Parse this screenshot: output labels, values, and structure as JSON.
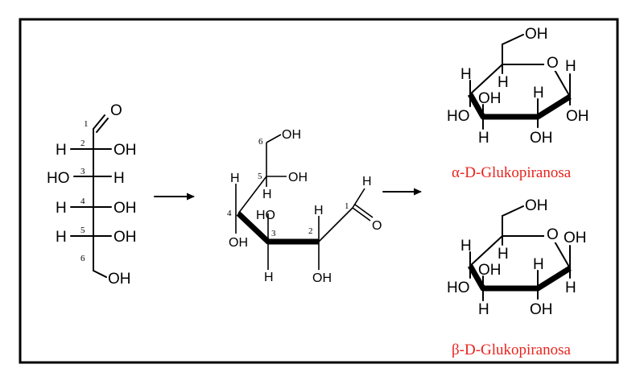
{
  "captions": {
    "alpha": "α-D-Glukopiranosa",
    "beta": "β-D-Glukopiranosa"
  },
  "colors": {
    "caption": "#e8231d",
    "frame": "#000000",
    "background": "#ffffff"
  },
  "fischer": {
    "aldehyde_o": "O",
    "c2_left": "H",
    "c2_right": "OH",
    "c3_left": "HO",
    "c3_right": "H",
    "c4_left": "H",
    "c4_right": "OH",
    "c5_left": "H",
    "c5_right": "OH",
    "c6_oh": "OH",
    "numbers": [
      "1",
      "2",
      "3",
      "4",
      "5",
      "6"
    ]
  },
  "open_chain": {
    "c6_oh": "OH",
    "c5_h": "H",
    "c5_oh": "OH",
    "c4_h": "H",
    "c4_oh": "OH",
    "c3_ho": "HO",
    "c3_h": "H",
    "c2_h": "H",
    "c2_oh": "OH",
    "c1_h": "H",
    "c1_o": "O",
    "numbers": [
      "1",
      "2",
      "3",
      "4",
      "5",
      "6"
    ]
  },
  "alpha_ring": {
    "ch2oh": "OH",
    "ring_o": "O",
    "c1_h": "H",
    "c1_oh": "OH",
    "c2_h": "H",
    "c2_oh": "OH",
    "c3_oh": "OH",
    "c3_h": "H",
    "c4_h": "H",
    "c4_ho": "HO",
    "c5_h": "H"
  },
  "beta_ring": {
    "ch2oh": "OH",
    "ring_o": "O",
    "c1_oh": "OH",
    "c1_h": "H",
    "c2_h": "H",
    "c2_oh": "OH",
    "c3_oh": "OH",
    "c3_h": "H",
    "c4_h": "H",
    "c4_ho": "HO",
    "c5_h": "H"
  }
}
